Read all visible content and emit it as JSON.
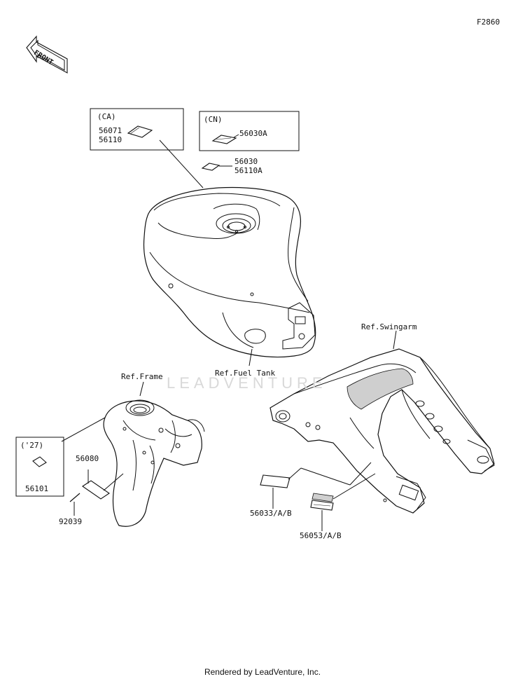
{
  "diagram_id": "F2860",
  "front_arrow": {
    "label": "FRONT",
    "icon": "front-arrow-icon"
  },
  "callouts": {
    "ca_region": "(CA)",
    "cn_region": "(CN)",
    "yr27_region": "('27)",
    "p56071": "56071",
    "p56110": "56110",
    "p56030A": "56030A",
    "p56030": "56030",
    "p56110A": "56110A",
    "p56101": "56101",
    "p56080": "56080",
    "p92039": "92039",
    "p56033": "56033/A/B",
    "p56053": "56053/A/B"
  },
  "references": {
    "swingarm": "Ref.Swingarm",
    "frame": "Ref.Frame",
    "fuel_tank": "Ref.Fuel Tank"
  },
  "watermark": "LEADVENTURE",
  "footer": "Rendered by LeadVenture, Inc."
}
